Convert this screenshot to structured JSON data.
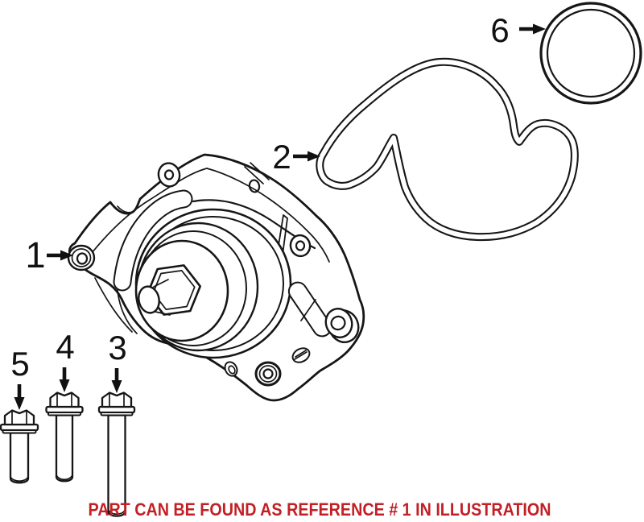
{
  "diagram": {
    "background_color": "#ffffff",
    "line_color": "#161616",
    "caption": {
      "text": "PART CAN BE FOUND AS REFERENCE # 1 IN ILLUSTRATION",
      "color": "#c32026"
    },
    "callouts": [
      {
        "label": "1",
        "part": "water-pump-assembly",
        "arrow": "right"
      },
      {
        "label": "2",
        "part": "serpentine-belt",
        "arrow": "right"
      },
      {
        "label": "3",
        "part": "flange-bolt-long",
        "arrow": "down"
      },
      {
        "label": "4",
        "part": "flange-bolt-medium",
        "arrow": "down"
      },
      {
        "label": "5",
        "part": "flange-bolt-short",
        "arrow": "down"
      },
      {
        "label": "6",
        "part": "o-ring-seal",
        "arrow": "right"
      }
    ]
  }
}
